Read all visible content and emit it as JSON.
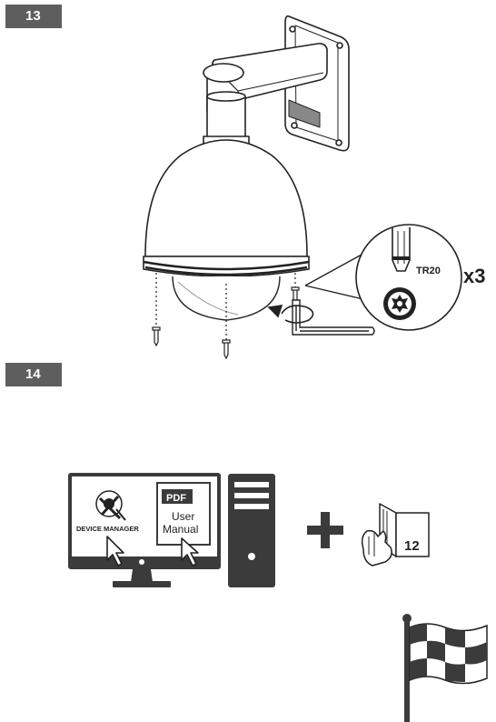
{
  "steps": [
    {
      "number": "13"
    },
    {
      "number": "14"
    }
  ],
  "tool": {
    "name": "TR20",
    "quantity": "x3"
  },
  "software": {
    "device_manager_label": "DEVICE MANAGER",
    "pdf_label": "PDF",
    "manual_line1": "User",
    "manual_line2": "Manual"
  },
  "manual_page": "12",
  "colors": {
    "badge": "#5e5e5e",
    "line": "#222222",
    "dark_fill": "#3b3b3b"
  },
  "icons": [
    "screwdriver-icon",
    "torx-bit-icon",
    "rotate-arrow-icon",
    "device-manager-icon",
    "cursor-icon",
    "plus-icon",
    "booklet-icon",
    "finish-flag-icon"
  ]
}
